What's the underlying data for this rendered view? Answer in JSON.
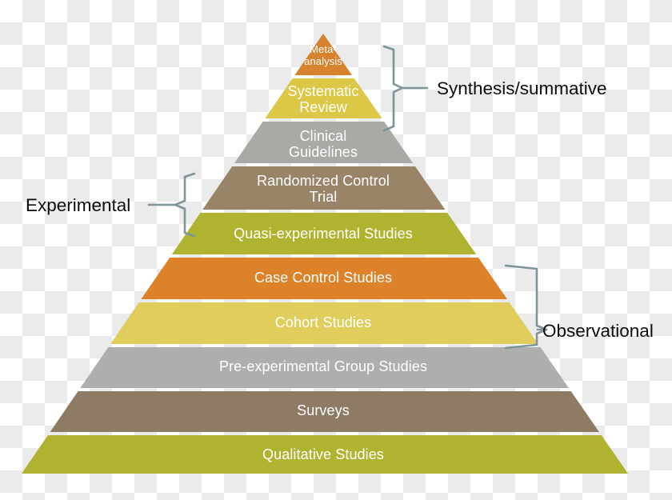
{
  "diagram": {
    "title": "Evidence Hierarchy Pyramid",
    "separator_color": "#ffffff",
    "bracket_color": "#7d949b",
    "label_text_color": "#ffffff",
    "group_label_color": "#0d0d0d"
  },
  "tiers": [
    {
      "id": "meta-analysis",
      "label": "Meta-\nanalysis",
      "color": "#d6822f",
      "font_size": 13,
      "rank": 1
    },
    {
      "id": "systematic-review",
      "label": "Systematic\nReview",
      "color": "#dcc746",
      "font_size": 18,
      "rank": 2
    },
    {
      "id": "clinical-guidelines",
      "label": "Clinical\nGuidelines",
      "color": "#a9a9a6",
      "font_size": 18,
      "rank": 3
    },
    {
      "id": "randomized-control-trial",
      "label": "Randomized Control\nTrial",
      "color": "#9a8468",
      "font_size": 18,
      "rank": 4
    },
    {
      "id": "quasi-experimental-studies",
      "label": "Quasi-experimental Studies",
      "color": "#b0b32f",
      "font_size": 18,
      "rank": 5
    },
    {
      "id": "case-control-studies",
      "label": "Case Control Studies",
      "color": "#dd8229",
      "font_size": 18,
      "rank": 6
    },
    {
      "id": "cohort-studies",
      "label": "Cohort Studies",
      "color": "#e0cd5c",
      "font_size": 18,
      "rank": 7
    },
    {
      "id": "pre-experimental-group-studies",
      "label": "Pre-experimental Group Studies",
      "color": "#aeafac",
      "font_size": 18,
      "rank": 8
    },
    {
      "id": "surveys",
      "label": "Surveys",
      "color": "#8d7b63",
      "font_size": 18,
      "rank": 9
    },
    {
      "id": "qualitative-studies",
      "label": "Qualitative Studies",
      "color": "#b0b32f",
      "font_size": 18,
      "rank": 10
    }
  ],
  "groups": [
    {
      "id": "synthesis-summative",
      "label": "Synthesis/summative",
      "side": "right",
      "covers": [
        "meta-analysis",
        "systematic-review",
        "clinical-guidelines"
      ]
    },
    {
      "id": "experimental",
      "label": "Experimental",
      "side": "left",
      "covers": [
        "randomized-control-trial",
        "quasi-experimental-studies"
      ]
    },
    {
      "id": "observational",
      "label": "Observational",
      "side": "right",
      "covers": [
        "case-control-studies",
        "cohort-studies",
        "pre-experimental-group-studies"
      ]
    }
  ]
}
